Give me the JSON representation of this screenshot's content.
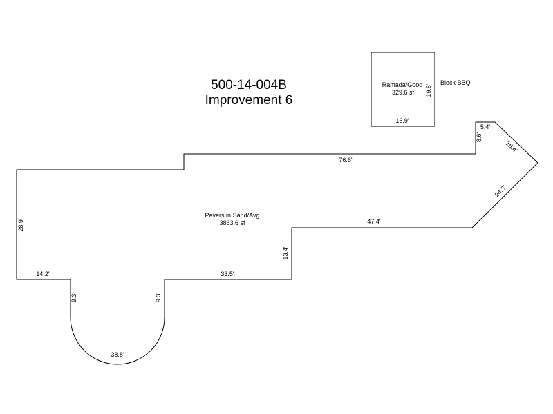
{
  "header": {
    "parcel_id": "500-14-004B",
    "improvement": "Improvement 6"
  },
  "ramada": {
    "name": "Ramada/Good",
    "area": "329.6 sf",
    "width_label": "16.9'",
    "height_label": "19.5'"
  },
  "bbq": {
    "label": "Block BBQ"
  },
  "pavers": {
    "name": "Pavers in Sand/Avg",
    "area": "3863.6 sf",
    "dims": {
      "top": "76.6'",
      "notch_top": "5.4'",
      "notch_side": "8.6'",
      "diag_upper": "15.4'",
      "diag_lower": "24.3'",
      "mid": "47.4'",
      "step": "13.4'",
      "bottom": "33.5'",
      "left": "28.9'",
      "bottom_left": "14.2'",
      "arc_left": "9.3'",
      "arc_right": "9.3'",
      "arc": "38.8'"
    }
  }
}
